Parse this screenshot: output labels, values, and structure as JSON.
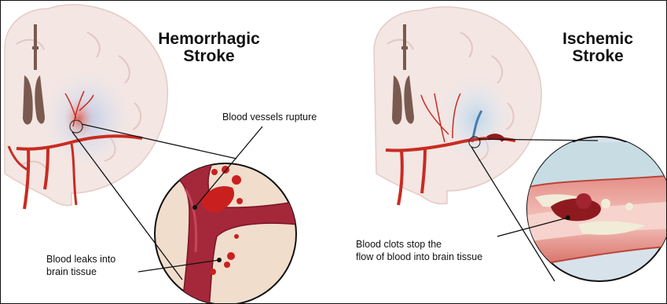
{
  "panels": {
    "hemorrhagic": {
      "title_line1": "Hemorrhagic",
      "title_line2": "Stroke",
      "label_rupture": "Blood vessels rupture",
      "label_leak_line1": "Blood leaks into",
      "label_leak_line2": "brain tissue"
    },
    "ischemic": {
      "title_line1": "Ischemic",
      "title_line2": "Stroke",
      "label_clot_line1": "Blood clots stop the",
      "label_clot_line2": "flow of blood  into brain tissue"
    }
  },
  "colors": {
    "brain_tissue": "#f3e6e3",
    "brain_fold": "#e9d3cf",
    "vessel": "#c92b22",
    "blood_dark": "#8e1a1f",
    "hemorrhage_glow": "#c8d4ea",
    "ischemic_glow": "#c7dcec",
    "clot_vessel_lumen": "#c7e2df"
  }
}
